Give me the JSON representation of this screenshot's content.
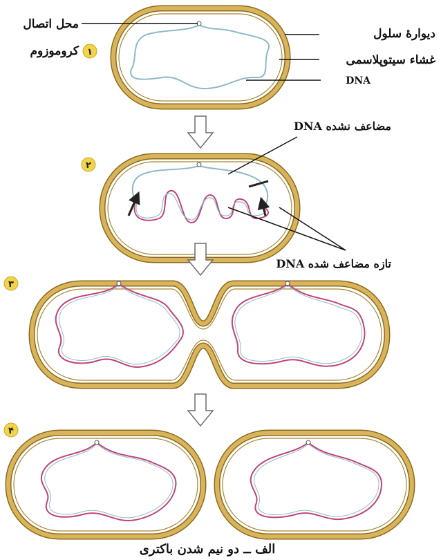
{
  "labels": {
    "attachment_site": "محل اتصال",
    "chromosome": "کروموزوم",
    "cell_wall": "دیوارهٔ سلول",
    "cell_membrane": "غشاء سیتوپلاسمی",
    "dna": "DNA",
    "unreplicated_dna": "DNA مضاعف نشده",
    "newly_replicated_dna": "DNA تازه مضاعف شده",
    "caption": "الف ــ دو نیم شدن باکتری"
  },
  "steps": [
    "۱",
    "۲",
    "۳",
    "۴"
  ],
  "colors": {
    "wall_outer": "#8a6a1e",
    "wall_fill": "#d9b45a",
    "wall_inner": "#a8842e",
    "dna_old": "#8fb8c8",
    "dna_new": "#c0437a",
    "arrow": "#6b6b6b",
    "step_badge": "#f2d44a",
    "text": "#111111"
  },
  "icons": [
    "down-arrow-icon",
    "replication-direction-arrow-icon"
  ]
}
